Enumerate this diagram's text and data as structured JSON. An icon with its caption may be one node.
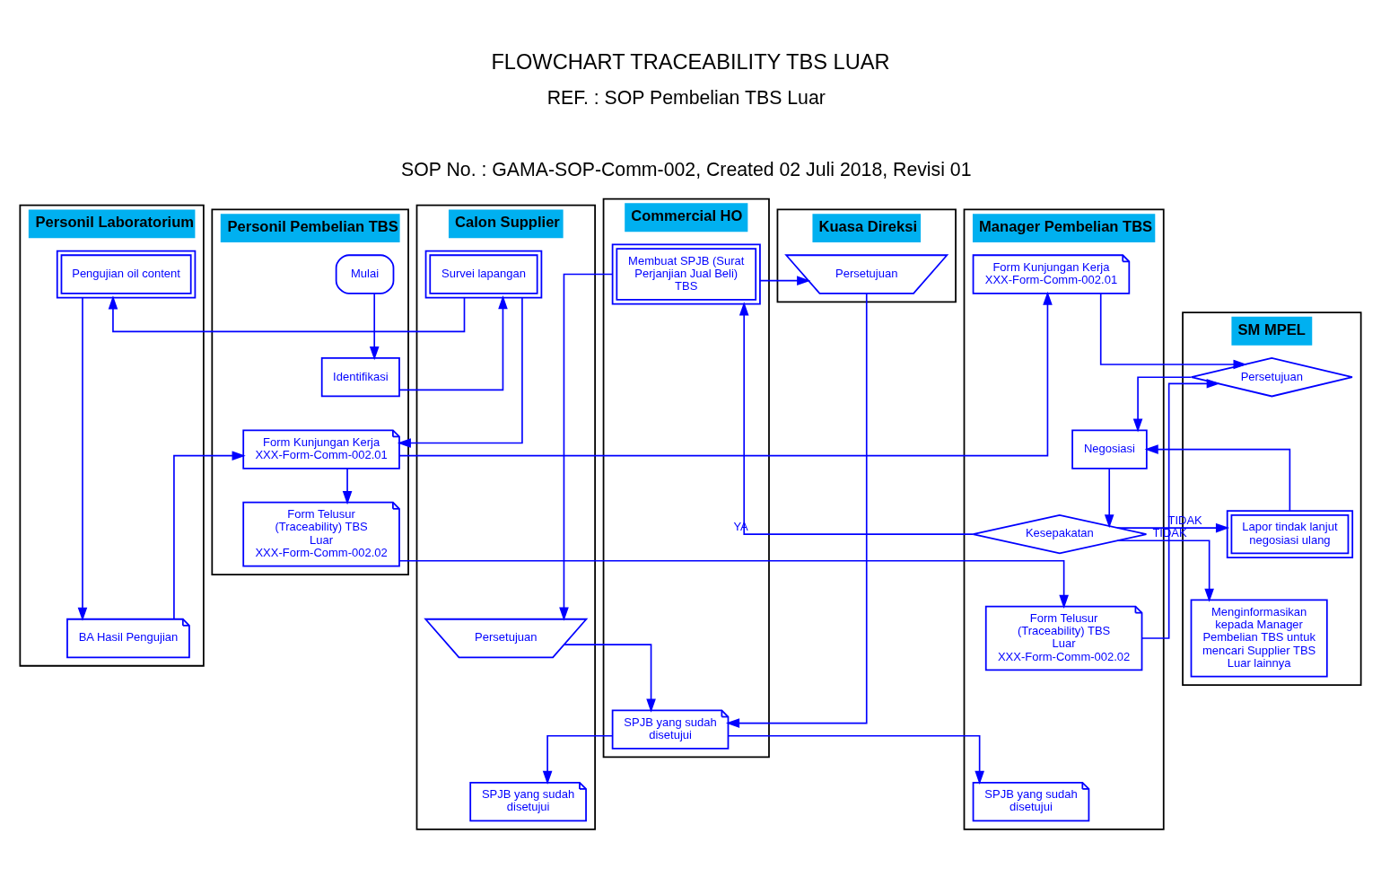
{
  "diagram": {
    "title": "FLOWCHART TRACEABILITY TBS LUAR",
    "nodes": [
      {
        "text": [
          "Personil Pembelian TBS"
        ]
      },
      {
        "text": [
          "Calon Supplier"
        ]
      },
      {
        "text": [
          "Personil Laboratorium"
        ]
      },
      {
        "text": [
          "Manager Pembelian TBS"
        ]
      },
      {
        "text": [
          "SM MPEL"
        ]
      },
      {
        "text": [
          "Commercial HO"
        ]
      },
      {
        "text": [
          "Kuasa Direksi"
        ]
      },
      {
        "text": [
          "Mulai"
        ],
        "in": 0
      },
      {
        "text": [
          "Identifikasi"
        ],
        "in": 0
      },
      {
        "text": [
          "Form Kunjungan Kerja XXX-Form-Comm-002.01"
        ],
        "in": 0
      },
      {
        "text": [
          "Form Telusur (Traceability) TBS Luar XXX-Form-Comm-002.02"
        ],
        "in": 0
      },
      {
        "text": [
          "Survei lapangan"
        ],
        "in": 1
      },
      {
        "text": [
          "Persetujuan"
        ],
        "in": 1
      },
      {
        "text": [
          "SPJB yang sudah disetujui"
        ],
        "in": 1
      },
      {
        "text": [
          "Pengujian oil content"
        ],
        "in": 2
      },
      {
        "text": [
          "BA Hasil Pengujian"
        ],
        "in": 2
      },
      {
        "text": [
          "Form Kunjungan Kerja XXX-Form-Comm-002.01"
        ],
        "in": 3
      },
      {
        "text": [
          "Form Telusur (Traceability) TBS Luar XXX-Form-Comm-002.02"
        ],
        "in": 3
      },
      {
        "text": [
          "Negosiasi"
        ],
        "in": 3
      },
      {
        "text": [
          "Kesepakatan"
        ],
        "in": 3
      },
      {
        "text": [
          "SPJB yang sudah disetujui"
        ],
        "in": 3
      },
      {
        "text": [
          "Persetujuan"
        ],
        "in": 4
      },
      {
        "text": [
          "Lapor tindak lanjut negosiasi ulang"
        ],
        "in": 4
      },
      {
        "text": [
          "Menginformasikan kepada Manager Pembelian TBS untuk mencari Supplier TBS Luar lainnya"
        ],
        "in": 4
      },
      {
        "text": [
          "Membuat SPJB (Surat Perjanjian Jual Beli) TBS"
        ],
        "in": 5
      },
      {
        "text": [
          "SPJB yang sudah disetujui"
        ],
        "in": 5
      },
      {
        "text": [
          "Persetujuan"
        ],
        "in": 6
      }
    ],
    "edges": [
      {
        "from": 7,
        "to": 8,
        "arrow": "to"
      },
      {
        "from": 8,
        "to": 11,
        "arrow": "to"
      },
      {
        "from": 11,
        "to": 14,
        "arrow": "to"
      },
      {
        "from": 14,
        "to": 15,
        "arrow": "to"
      },
      {
        "from": 11,
        "to": 9,
        "arrow": "to"
      },
      {
        "from": 15,
        "to": 9,
        "arrow": "to"
      },
      {
        "from": 9,
        "to": 10,
        "arrow": "to"
      },
      {
        "from": 9,
        "to": 16,
        "arrow": "to"
      },
      {
        "from": 10,
        "to": 17,
        "arrow": "to"
      },
      {
        "from": 16,
        "to": 21,
        "arrow": "to"
      },
      {
        "from": 17,
        "to": 21,
        "arrow": "to"
      },
      {
        "from": 21,
        "to": 18,
        "arrow": "to"
      },
      {
        "from": 18,
        "to": 19,
        "arrow": "to"
      },
      {
        "from": 22,
        "to": 18,
        "arrow": "to"
      },
      {
        "from": 19,
        "to": 22,
        "arrow": "to",
        "label": "TIDAK"
      },
      {
        "from": 19,
        "to": 23,
        "arrow": "to",
        "label": "TIDAK"
      },
      {
        "from": 19,
        "to": 24,
        "arrow": "to",
        "label": "YA"
      },
      {
        "from": 24,
        "to": 26,
        "arrow": "to"
      },
      {
        "from": 24,
        "to": 12,
        "arrow": "to"
      },
      {
        "from": 12,
        "to": 25,
        "arrow": "to"
      },
      {
        "from": 26,
        "to": 25,
        "arrow": "to"
      },
      {
        "from": 25,
        "to": 13,
        "arrow": "to"
      },
      {
        "from": 25,
        "to": 20,
        "arrow": "to"
      }
    ],
    "labels": [
      "REF. : SOP Pembelian TBS Luar",
      "SOP No. : GAMA-SOP-Comm-002, Created 02 Juli 2018, Revisi 01"
    ]
  }
}
